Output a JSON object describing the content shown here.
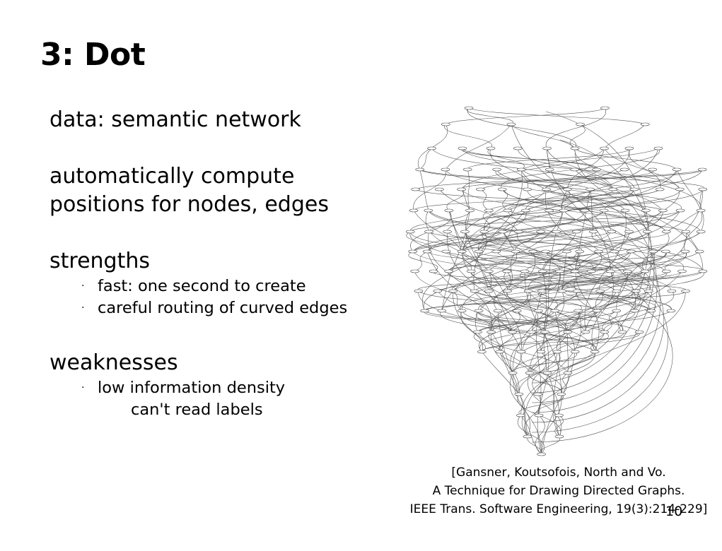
{
  "slide": {
    "title": "3: Dot",
    "lines": {
      "data": "data: semantic network",
      "auto1": "automatically compute",
      "auto2": "positions for nodes, edges",
      "strengths": "strengths",
      "weaknesses": "weaknesses"
    },
    "strength_bullets": [
      "fast: one second to create",
      "careful routing of curved edges"
    ],
    "weakness_bullets": [
      "low information density"
    ],
    "weakness_sub": "can't read labels",
    "bullet_glyph": "·",
    "citation": [
      "[Gansner, Koutsofois, North and Vo.",
      "A Technique for Drawing Directed Graphs.",
      "IEEE Trans. Software Engineering, 19(3):214-229]"
    ],
    "page_number": "10"
  }
}
